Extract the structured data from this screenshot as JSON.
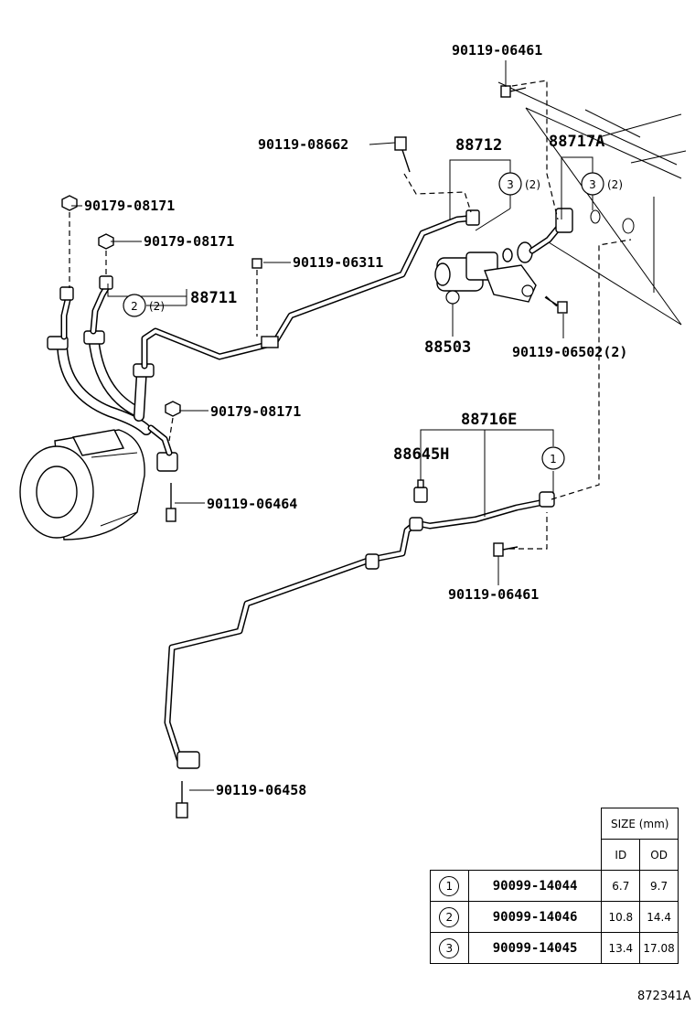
{
  "labels": {
    "p_90119_06461_top": "90119-06461",
    "p_90119_08662": "90119-08662",
    "p_88712": "88712",
    "p_88717A": "88717A",
    "p_90179_08171_a": "90179-08171",
    "p_90179_08171_b": "90179-08171",
    "p_90119_06311": "90119-06311",
    "p_88711": "88711",
    "p_88503": "88503",
    "p_90119_06502": "90119-06502(2)",
    "p_90179_08171_c": "90179-08171",
    "p_88716E": "88716E",
    "p_88645H": "88645H",
    "p_90119_06464": "90119-06464",
    "p_90119_06461_bottom": "90119-06461",
    "p_90119_06458": "90119-06458"
  },
  "callouts": {
    "c3_left_num": "3",
    "c3_left_qty": "(2)",
    "c3_right_num": "3",
    "c3_right_qty": "(2)",
    "c2_num": "2",
    "c2_qty": "(2)",
    "c1_num": "1"
  },
  "size_table": {
    "header": "SIZE (mm)",
    "col_id": "ID",
    "col_od": "OD",
    "rows": [
      {
        "index": "1",
        "part_no": "90099-14044",
        "id": "6.7",
        "od": "9.7"
      },
      {
        "index": "2",
        "part_no": "90099-14046",
        "id": "10.8",
        "od": "14.4"
      },
      {
        "index": "3",
        "part_no": "90099-14045",
        "id": "13.4",
        "od": "17.08"
      }
    ]
  },
  "ref_code": "872341A"
}
